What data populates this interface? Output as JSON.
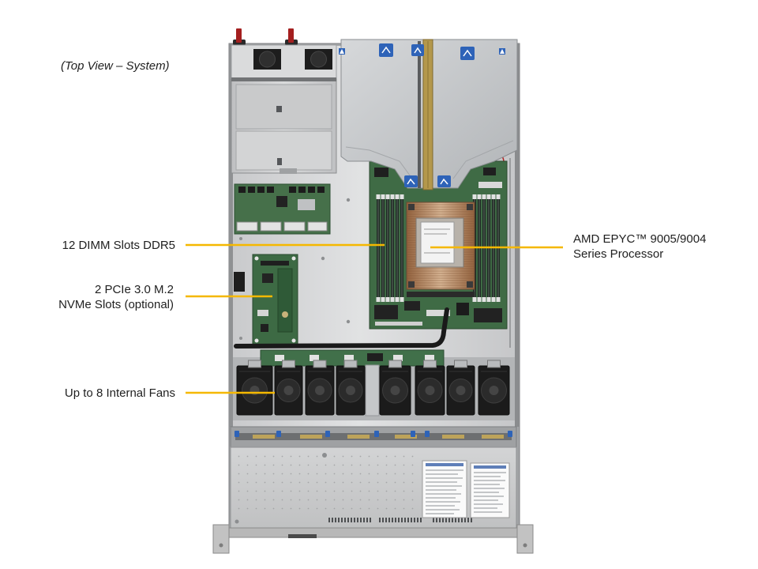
{
  "figure": {
    "caption": "(Top View – System)"
  },
  "callouts": {
    "dimm_slots": {
      "label": "12 DIMM Slots DDR5"
    },
    "m2_slots": {
      "line1": "2 PCIe 3.0 M.2",
      "line2": "NVMe Slots (optional)"
    },
    "fans": {
      "label": "Up to 8 Internal Fans"
    },
    "processor": {
      "line1": "AMD EPYC™ 9005/9004",
      "line2": "Series Processor"
    }
  },
  "colors": {
    "callout_line": "#f5b800",
    "label_text": "#1f1f1f",
    "background": "#ffffff"
  }
}
